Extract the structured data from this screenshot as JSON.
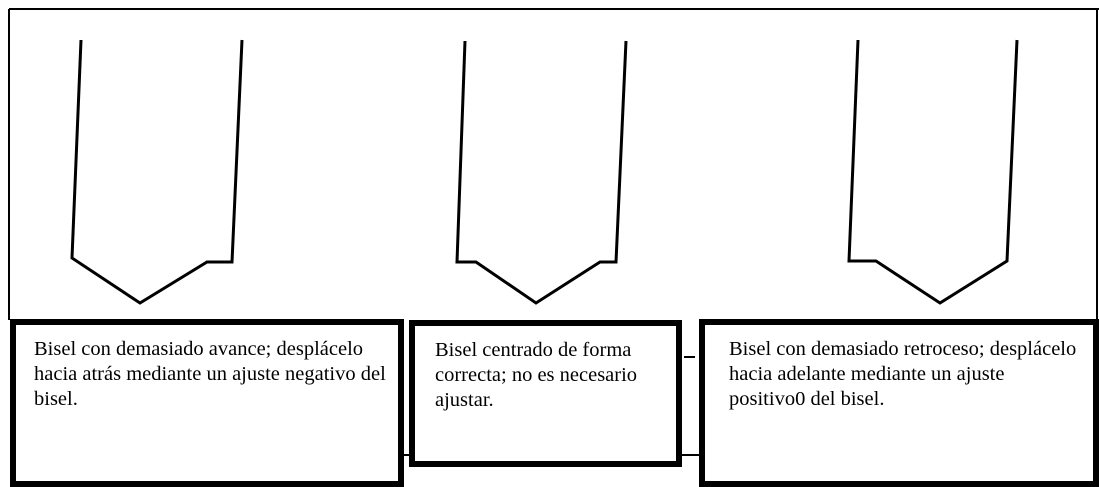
{
  "panels": [
    {
      "id": "left",
      "bevel_position": "too-far-forward",
      "caption": "Bisel con demasiado avance; desplácelo hacia atrás mediante un ajuste negativo del bisel."
    },
    {
      "id": "middle",
      "bevel_position": "centered",
      "caption": "Bisel centrado de forma correcta; no es necesario ajustar."
    },
    {
      "id": "right",
      "bevel_position": "too-far-back",
      "caption": "Bisel con demasiado retroceso; desplácelo hacia adelante mediante un ajuste positivo0 del bisel."
    }
  ],
  "colors": {
    "line": "#000000",
    "background": "#ffffff"
  }
}
